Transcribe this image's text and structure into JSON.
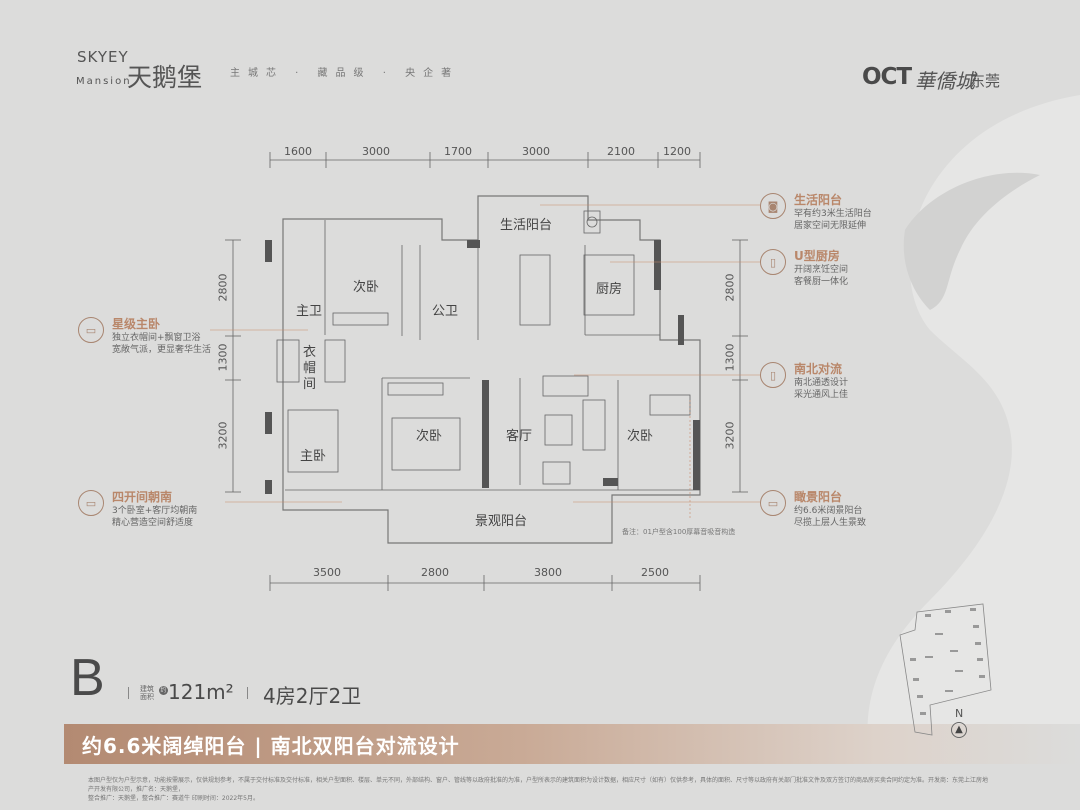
{
  "brand": {
    "logo_en_top": "SKYEY",
    "logo_en_bottom": "Mansion",
    "logo_cn": "天鹅堡",
    "slogan": "主城芯 · 藏品级 · 央企著"
  },
  "developer": {
    "logo": "OCT",
    "logo_cn": "華僑城",
    "city": "东莞"
  },
  "dimensions": {
    "top": [
      "1600",
      "3000",
      "1700",
      "3000",
      "2100",
      "1200"
    ],
    "bottom": [
      "3500",
      "2800",
      "3800",
      "2500"
    ],
    "left": [
      "2800",
      "1300",
      "3200"
    ],
    "right": [
      "2800",
      "1300",
      "3200"
    ]
  },
  "rooms": {
    "living_balcony": "生活阳台",
    "kitchen": "厨房",
    "bedroom_a": "次卧",
    "master_bath": "主卫",
    "public_bath": "公卫",
    "cloakroom": "衣帽间",
    "master_bedroom": "主卧",
    "bedroom_b": "次卧",
    "living_room": "客厅",
    "bedroom_c": "次卧",
    "view_balcony": "景观阳台"
  },
  "features": [
    {
      "title": "生活阳台",
      "lines": [
        "罕有约3米生活阳台",
        "居家空间无限延伸"
      ],
      "icon": "washer-icon"
    },
    {
      "title": "U型厨房",
      "lines": [
        "开阔烹饪空间",
        "客餐厨一体化"
      ],
      "icon": "fridge-icon"
    },
    {
      "title": "南北对流",
      "lines": [
        "南北通透设计",
        "采光通风上佳"
      ],
      "icon": "door-icon"
    },
    {
      "title": "瞰景阳台",
      "lines": [
        "约6.6米阔景阳台",
        "尽揽上层人生景致"
      ],
      "icon": "sofa-icon"
    },
    {
      "title": "星级主卧",
      "lines": [
        "独立衣帽间+飘窗卫浴",
        "宽敞气派，更显奢华生活"
      ],
      "icon": "bed-icon"
    },
    {
      "title": "四开间朝南",
      "lines": [
        "3个卧室+客厅均朝南",
        "精心营造空间舒适度"
      ],
      "icon": "bed-icon"
    }
  ],
  "note": "备注：01户型含100厚幕音吸音构造",
  "unit": {
    "type": "B",
    "area_label_1": "建筑",
    "area_label_2": "面积",
    "area_prefix": "约",
    "area": "121m²",
    "layout": "4房2厅2卫"
  },
  "banner": "约6.6米阔绰阳台 | 南北双阳台对流设计",
  "compass": "N",
  "disclaimer": [
    "本图户型仅为户型示意，功能按需展示，仅供规划参考，不属于交付标准及交付标准，相关户型面积、楼层、单元不同，外部结构、窗户、管线等以政府批准的为准，户型所表示的建筑面积为设计数据，相应尺寸（如有）仅供参考，具体的面积、尺寸等以政府有关部门批准文件及双方签订的商品房买卖合同约定为准。开发商：东莞上江房地产开发有限公司，推广名：天鹅堡，",
    "整合推广：天鹅堡，整合推广：赛道牛 印刷时间：2022年5月。"
  ]
}
